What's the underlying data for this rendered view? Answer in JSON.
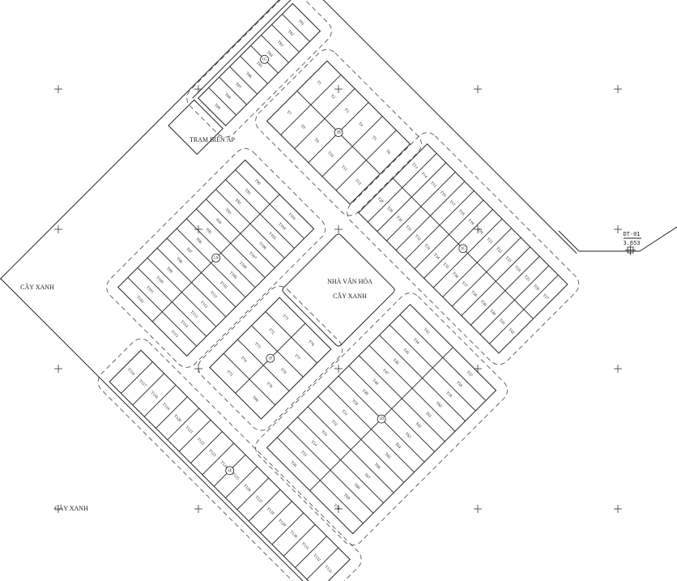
{
  "labels": {
    "substation": "TRẠM BIẾN ÁP",
    "green_left": "CÂY XANH",
    "green_bottom": "CÂY XANH",
    "culture_house_1": "NHÀ VĂN HÓA",
    "culture_house_2": "CÂY XANH",
    "marker_code": "DT-01",
    "marker_value": "3.653"
  },
  "blocks": [
    {
      "id": "1A",
      "lots": [
        "T90",
        "T91",
        "T92",
        "T93",
        "T94",
        "T95",
        "T96",
        "T97",
        "T98",
        "T99",
        "T100",
        "T101",
        "T102",
        "T103",
        "T104",
        "T105",
        "T106",
        "T107",
        "T108",
        "T109",
        "T110",
        "T111",
        "T112",
        "T113",
        "T114",
        "T115"
      ]
    },
    {
      "id": "1B",
      "lots": [
        "T1",
        "T2",
        "T3",
        "T4",
        "T5",
        "T6",
        "T7",
        "T8",
        "T9",
        "T10",
        "T11",
        "T12"
      ]
    },
    {
      "id": "1C",
      "lots": [
        "T13",
        "T14",
        "T15",
        "T16",
        "T17",
        "T18",
        "T19",
        "T20",
        "T21",
        "T22",
        "T23",
        "T24",
        "T25",
        "T26",
        "T27",
        "T28",
        "T29",
        "T30",
        "T31",
        "T32",
        "T33",
        "T34",
        "T35",
        "T36",
        "T37",
        "T38",
        "T39",
        "T40",
        "T41",
        "T42"
      ]
    },
    {
      "id": "1D",
      "lots": [
        "T43",
        "T44",
        "T45",
        "T46",
        "T47",
        "T48",
        "T49",
        "T50",
        "T51",
        "T52",
        "T53",
        "T54",
        "T55",
        "T56",
        "T57",
        "T58",
        "T59",
        "T60",
        "T61",
        "T62",
        "T63",
        "T64",
        "T65",
        "T66",
        "T67",
        "T68",
        "T69",
        "T70"
      ]
    },
    {
      "id": "1E",
      "lots": [
        "T116",
        "T117",
        "T118",
        "T119",
        "T120",
        "T121",
        "T122",
        "T123",
        "T124",
        "T125",
        "T126",
        "T127",
        "T128",
        "T129",
        "T130",
        "T131",
        "T132",
        "T133"
      ]
    },
    {
      "id": "1F",
      "lots": [
        "T71",
        "T72",
        "T73",
        "T74",
        "T75",
        "T76",
        "T77",
        "T78",
        "T79",
        "T80"
      ]
    },
    {
      "id": "1G",
      "lots": [
        "T81",
        "T82",
        "T83",
        "T84",
        "T85",
        "T86",
        "T87",
        "T88",
        "T89"
      ]
    }
  ]
}
